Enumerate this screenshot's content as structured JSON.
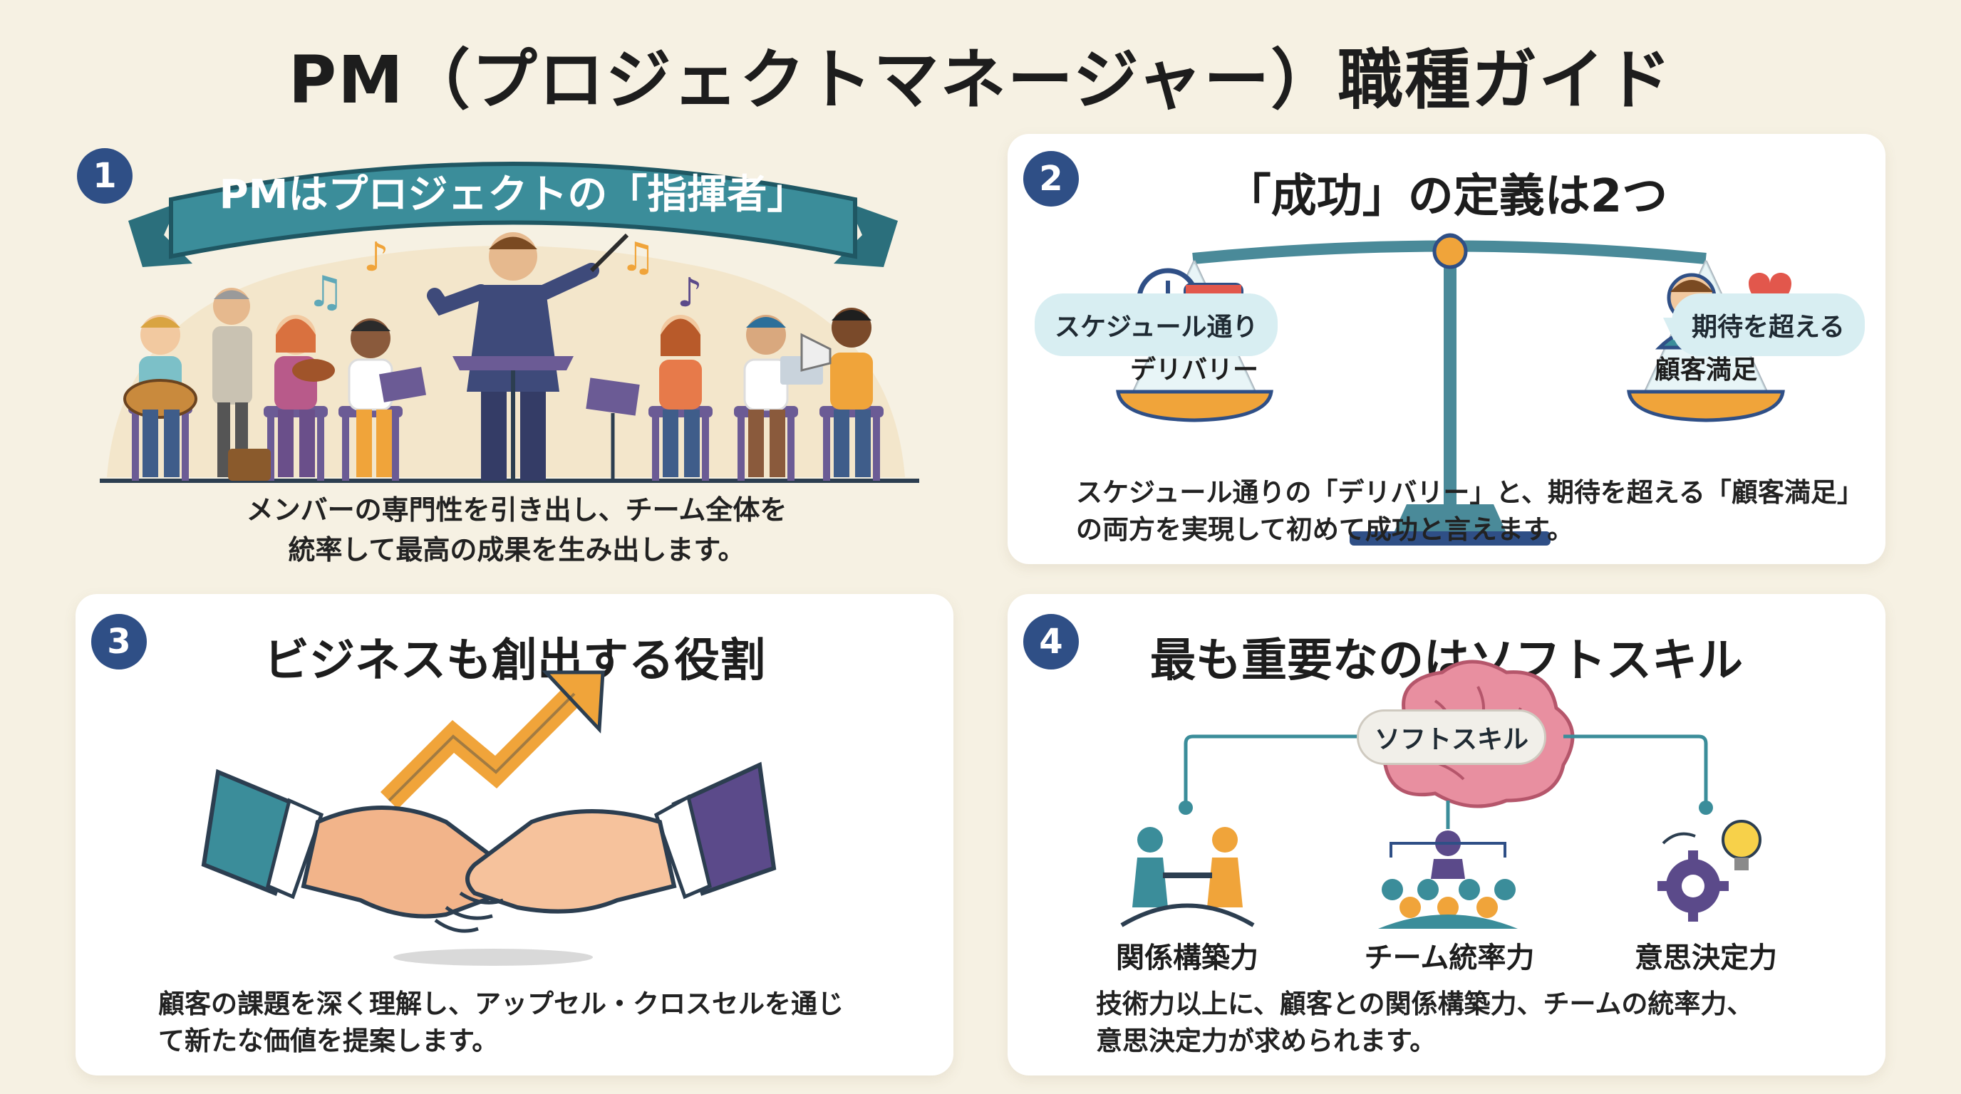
{
  "page_title": "PM（プロジェクトマネージャー）職種ガイド",
  "sections": [
    {
      "number": "1",
      "banner": "PMはプロジェクトの「指揮者」",
      "description_lines": [
        "メンバーの専門性を引き出し、チーム全体を",
        "統率して最高の成果を生み出します。"
      ]
    },
    {
      "number": "2",
      "title": "「成功」の定義は2つ",
      "left_bubble": "スケジュール通り",
      "right_bubble": "期待を超える",
      "left_pan": "デリバリー",
      "right_pan": "顧客満足",
      "description_lines": [
        "スケジュール通りの「デリバリー」と、期待を超える「顧客満足」",
        "の両方を実現して初めて成功と言えます。"
      ]
    },
    {
      "number": "3",
      "title": "ビジネスも創出する役割",
      "description_lines": [
        "顧客の課題を深く理解し、アップセル・クロスセルを通じ",
        "て新たな価値を提案します。"
      ]
    },
    {
      "number": "4",
      "title": "最も重要なのはソフトスキル",
      "center_tag": "ソフトスキル",
      "skills": [
        "関係構築力",
        "チーム統率力",
        "意思決定力"
      ],
      "description_lines": [
        "技術力以上に、顧客との関係構築力、チームの統率力、",
        "意思決定力が求められます。"
      ]
    }
  ],
  "colors": {
    "navy": "#2f4f86",
    "teal": "#3b8d9a",
    "orange": "#f0a43a",
    "purple": "#5b4a8a"
  }
}
